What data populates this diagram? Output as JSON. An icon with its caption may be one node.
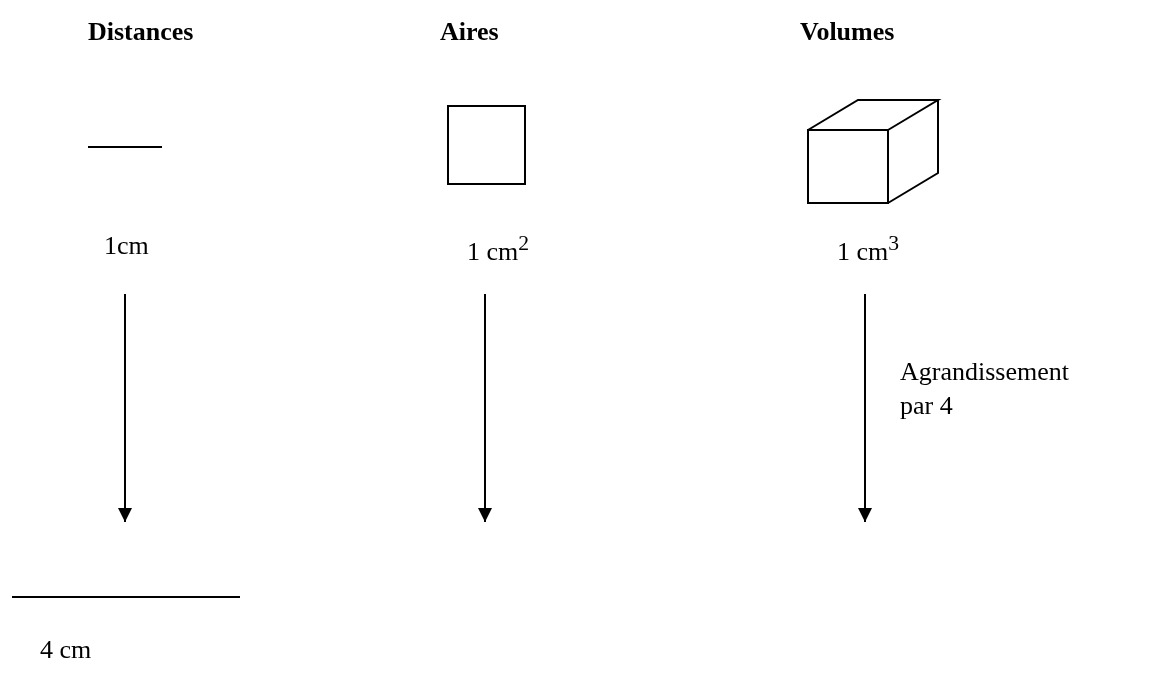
{
  "diagram": {
    "nodes": [
      {
        "text": [
          "1cm"
        ]
      },
      {
        "text": [
          "1 cm$^{2}$"
        ]
      },
      {
        "text": [
          "1 cm$^{3}$"
        ]
      },
      {
        "text": [
          "4 cm"
        ]
      }
    ],
    "edges": [
      {
        "from": 0,
        "to": 3,
        "arrow": "to"
      },
      {
        "from": 1,
        "to": null,
        "arrow": "to"
      },
      {
        "from": 2,
        "to": null,
        "arrow": "to",
        "label": "Agrandissement par 4"
      }
    ],
    "labels": [
      "Distances",
      "Aires",
      "Volumes"
    ]
  }
}
